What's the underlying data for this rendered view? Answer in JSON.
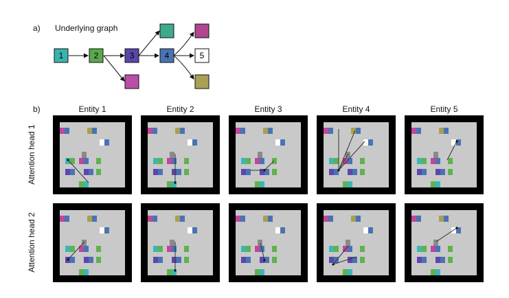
{
  "panel_a": {
    "letter": "a)",
    "title": "Underlying graph",
    "nodes": [
      {
        "id": "n1",
        "label": "1",
        "color": "#3bb2ad"
      },
      {
        "id": "n2",
        "label": "2",
        "color": "#5aa84d"
      },
      {
        "id": "n3",
        "label": "3",
        "color": "#5a46a8"
      },
      {
        "id": "n4",
        "label": "4",
        "color": "#4a73b5"
      },
      {
        "id": "n5",
        "label": "5",
        "color": "#ffffff"
      },
      {
        "id": "nteal",
        "label": "",
        "color": "#3fa98f"
      },
      {
        "id": "nmagenta_top",
        "label": "",
        "color": "#b0478f"
      },
      {
        "id": "nmagenta_bottom",
        "label": "",
        "color": "#b94fa8"
      },
      {
        "id": "nolive",
        "label": "",
        "color": "#a8a052"
      }
    ]
  },
  "panel_b": {
    "letter": "b)",
    "columns": [
      "Entity 1",
      "Entity 2",
      "Entity 3",
      "Entity 4",
      "Entity 5"
    ],
    "rows": [
      "Attention head 1",
      "Attention head 2"
    ]
  },
  "colors": {
    "frame": "#000000",
    "panel_bg": "#c9c9c9",
    "teal": "#3cb7b3",
    "green": "#5fb24f",
    "purple": "#5b47ad",
    "blue": "#4a73b5",
    "magenta": "#c0479a",
    "olive": "#a8a052",
    "white": "#ffffff",
    "gray_cell": "#8a8a8a"
  }
}
